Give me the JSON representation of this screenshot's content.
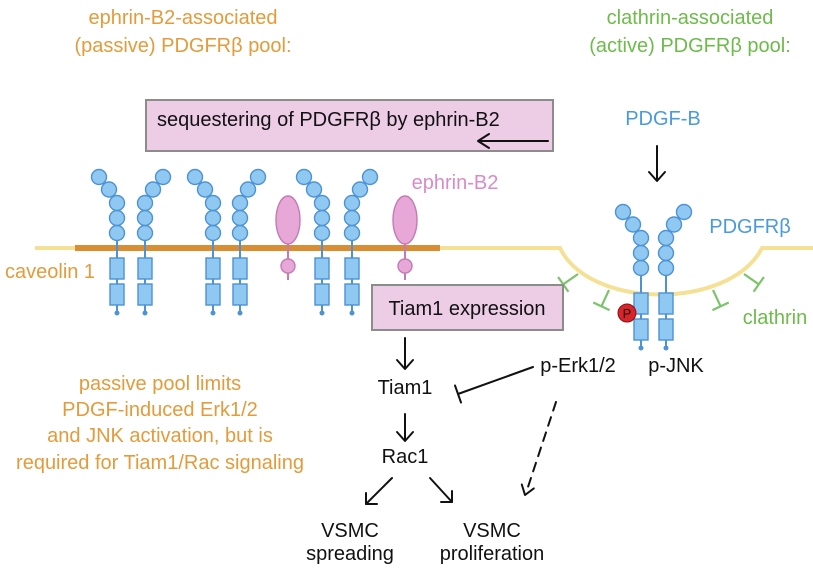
{
  "left_pool": {
    "line1": "ephrin-B2-associated",
    "line2": "(passive) PDGFRβ pool:"
  },
  "right_pool": {
    "line1": "clathrin-associated",
    "line2": "(active) PDGFRβ pool:"
  },
  "sequester_box": "sequestering of PDGFRβ by ephrin-B2",
  "ligand": "PDGF-B",
  "ephrin_label": "ephrin-B2",
  "receptor_label": "PDGFRβ",
  "caveolin_label": "caveolin 1",
  "clathrin_label": "clathrin",
  "phospho_marker": "P",
  "p_erk": "p-Erk1/2",
  "p_jnk": "p-JNK",
  "tiam_box": "Tiam1 expression",
  "tiam1": "Tiam1",
  "rac1": "Rac1",
  "outcomes": [
    {
      "line1": "VSMC",
      "line2": "spreading"
    },
    {
      "line1": "VSMC",
      "line2": "proliferation"
    }
  ],
  "note": [
    "passive pool limits",
    "PDGF-induced Erk1/2",
    "and JNK activation, but is",
    "required for Tiam1/Rac signaling"
  ],
  "colors": {
    "passive": "#E39B3B",
    "active": "#6DBB4A",
    "receptor": "#4A9AE0",
    "ephrin": "#D98BC8",
    "caveolin": "#D98E34",
    "membrane": "#F5E195",
    "box_fill": "#EDCCE6",
    "phospho": "#D7262B"
  }
}
